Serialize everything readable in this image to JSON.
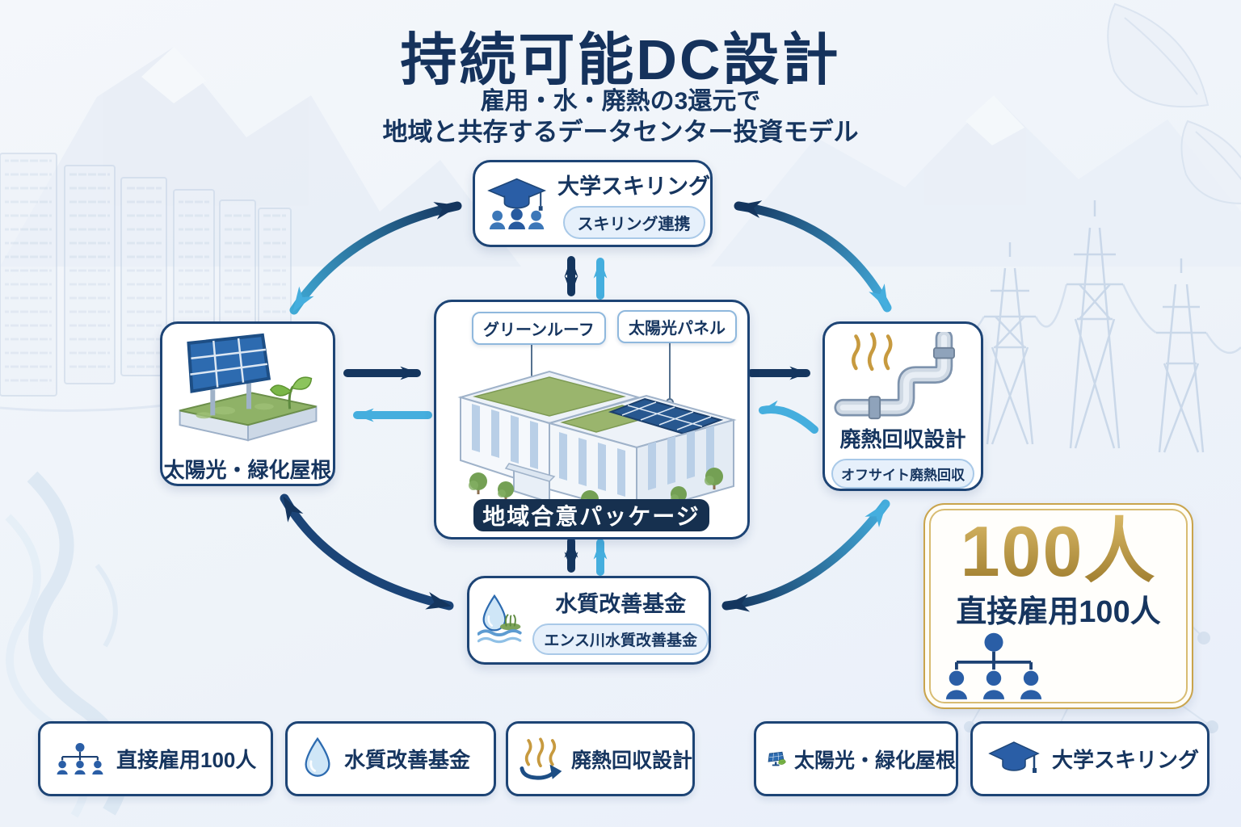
{
  "colors": {
    "navy": "#14355e",
    "teal": "#45aede",
    "gold": "#b9923e",
    "box_border": "#1d4475",
    "badge_navy_bg": "#16304f"
  },
  "header": {
    "title": "持続可能DC設計",
    "subtitle_line1": "雇用・水・廃熱の3還元で",
    "subtitle_line2": "地域と共存するデータセンター投資モデル"
  },
  "nodes": {
    "university": {
      "label": "大学スキリング",
      "badge": "スキリング連携"
    },
    "datacenter": {
      "roof_label": "グリーンルーフ",
      "solar_label": "太陽光パネル",
      "badge": "地域合意パッケージ"
    },
    "solar_green_roof": {
      "label": "太陽光・緑化屋根"
    },
    "waste_heat": {
      "label": "廃熱回収設計",
      "badge": "オフサイト廃熱回収"
    },
    "water_fund": {
      "label": "水質改善基金",
      "badge": "エンス川水質改善基金"
    },
    "employment": {
      "value": "100人",
      "label": "直接雇用100人"
    }
  },
  "legend": [
    {
      "label": "直接雇用100人"
    },
    {
      "label": "水質改善基金"
    },
    {
      "label": "廃熱回収設計"
    },
    {
      "label": "太陽光・緑化屋根"
    },
    {
      "label": "大学スキリング"
    }
  ]
}
